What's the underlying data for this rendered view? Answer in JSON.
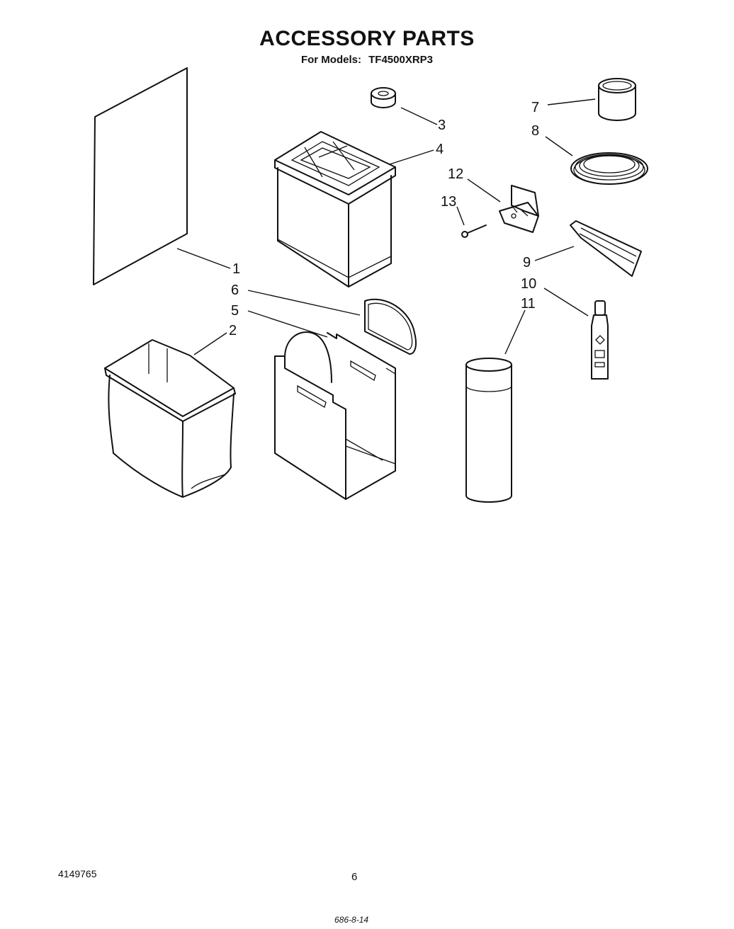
{
  "header": {
    "title": "ACCESSORY PARTS",
    "models_label": "For Models:",
    "models_value": "TF4500XRP3"
  },
  "callouts": [
    {
      "key": "1",
      "label": "1"
    },
    {
      "key": "2",
      "label": "2"
    },
    {
      "key": "3",
      "label": "3"
    },
    {
      "key": "4",
      "label": "4"
    },
    {
      "key": "5",
      "label": "5"
    },
    {
      "key": "6",
      "label": "6"
    },
    {
      "key": "7",
      "label": "7"
    },
    {
      "key": "8",
      "label": "8"
    },
    {
      "key": "9",
      "label": "9"
    },
    {
      "key": "10",
      "label": "10"
    },
    {
      "key": "11",
      "label": "11"
    },
    {
      "key": "12",
      "label": "12"
    },
    {
      "key": "13",
      "label": "13"
    }
  ],
  "footer": {
    "part_number": "4149765",
    "page_number": "6",
    "code": "686-8-14"
  }
}
